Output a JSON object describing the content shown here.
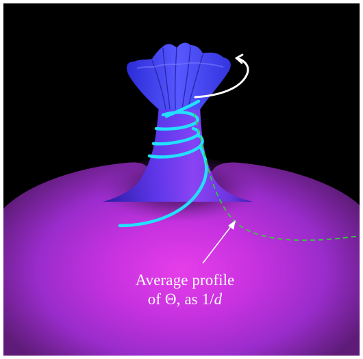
{
  "figure": {
    "colors": {
      "background": "#000000",
      "surface_center": "#e23ce8",
      "surface_mid": "#b02fd8",
      "surface_edge": "#5a1a70",
      "funnel": "#7b3cf0",
      "crown": "#4a4cff",
      "helix": "#23e0ff",
      "rotation_arrow": "#ffffff",
      "profile_curve": "#39c83a",
      "pointer": "#ffffff",
      "caption_text": "#ffffff"
    },
    "annotation": {
      "line1": "Average profile",
      "line2_prefix": "of Θ, as ",
      "line2_math_one": "1",
      "line2_math_slash": "/",
      "line2_math_var": "d"
    }
  }
}
